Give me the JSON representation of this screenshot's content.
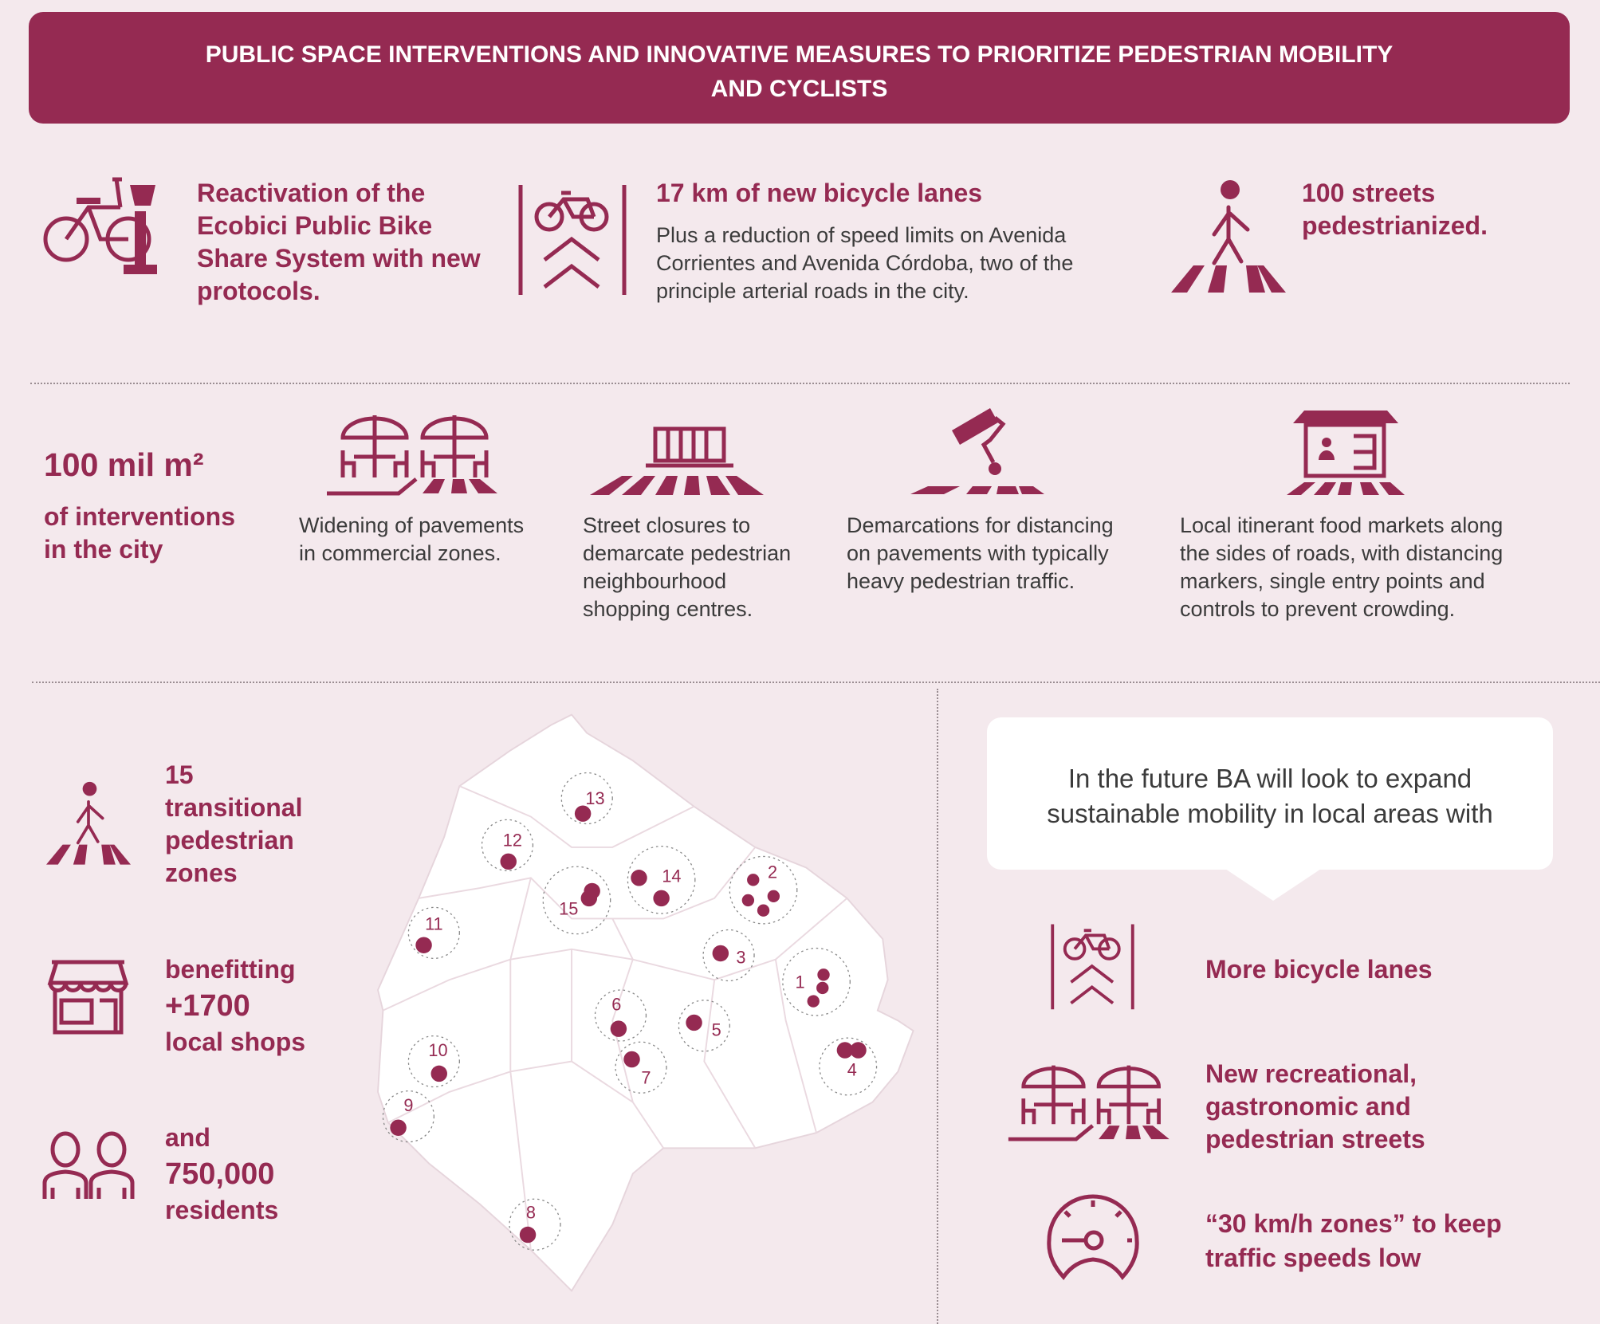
{
  "header": {
    "line1": "PUBLIC SPACE INTERVENTIONS AND INNOVATIVE MEASURES TO PRIORITIZE PEDESTRIAN MOBILITY",
    "line2": "AND CYCLISTS"
  },
  "row1": {
    "ecobici": [
      "Reactivation of the",
      "Ecobici Public Bike",
      "Share System with new",
      "protocols."
    ],
    "lanes_title": "17 km of new bicycle lanes",
    "lanes_body": [
      "Plus a reduction of speed limits on Avenida",
      "Corrientes and Avenida Córdoba, two of the",
      "principle arterial roads in the city."
    ],
    "streets": [
      "100 streets",
      "pedestrianized."
    ]
  },
  "row2": {
    "area_value": "100 mil m²",
    "area_label": [
      "of interventions",
      "in the city"
    ],
    "items": [
      {
        "text": [
          "Widening of pavements",
          "in commercial zones."
        ]
      },
      {
        "text": [
          "Street closures to",
          "demarcate pedestrian",
          "neighbourhood",
          "shopping centres."
        ]
      },
      {
        "text": [
          "Demarcations for distancing",
          "on pavements with typically",
          "heavy pedestrian traffic."
        ]
      },
      {
        "text": [
          "Local itinerant food markets along",
          "the sides of roads, with distancing",
          "markers, single entry points and",
          "controls to prevent crowding."
        ]
      }
    ]
  },
  "stats": {
    "zones": [
      "15",
      "transitional",
      "pedestrian",
      "zones"
    ],
    "shops": [
      "benefitting",
      "+1700",
      "local shops"
    ],
    "residents": [
      "and",
      "750,000",
      "residents"
    ]
  },
  "map": {
    "labels": [
      "1",
      "2",
      "3",
      "4",
      "5",
      "6",
      "7",
      "8",
      "9",
      "10",
      "11",
      "12",
      "13",
      "14",
      "15"
    ]
  },
  "future": {
    "intro": [
      "In the future BA will look to expand",
      "sustainable mobility in local areas with"
    ],
    "items": [
      {
        "text": [
          "More bicycle lanes"
        ]
      },
      {
        "text": [
          "New recreational,",
          "gastronomic and",
          "pedestrian streets"
        ]
      },
      {
        "text": [
          "“30 km/h zones” to keep",
          "traffic speeds low"
        ]
      }
    ]
  },
  "colors": {
    "accent": "#952a52",
    "background": "#f4e9ed"
  }
}
